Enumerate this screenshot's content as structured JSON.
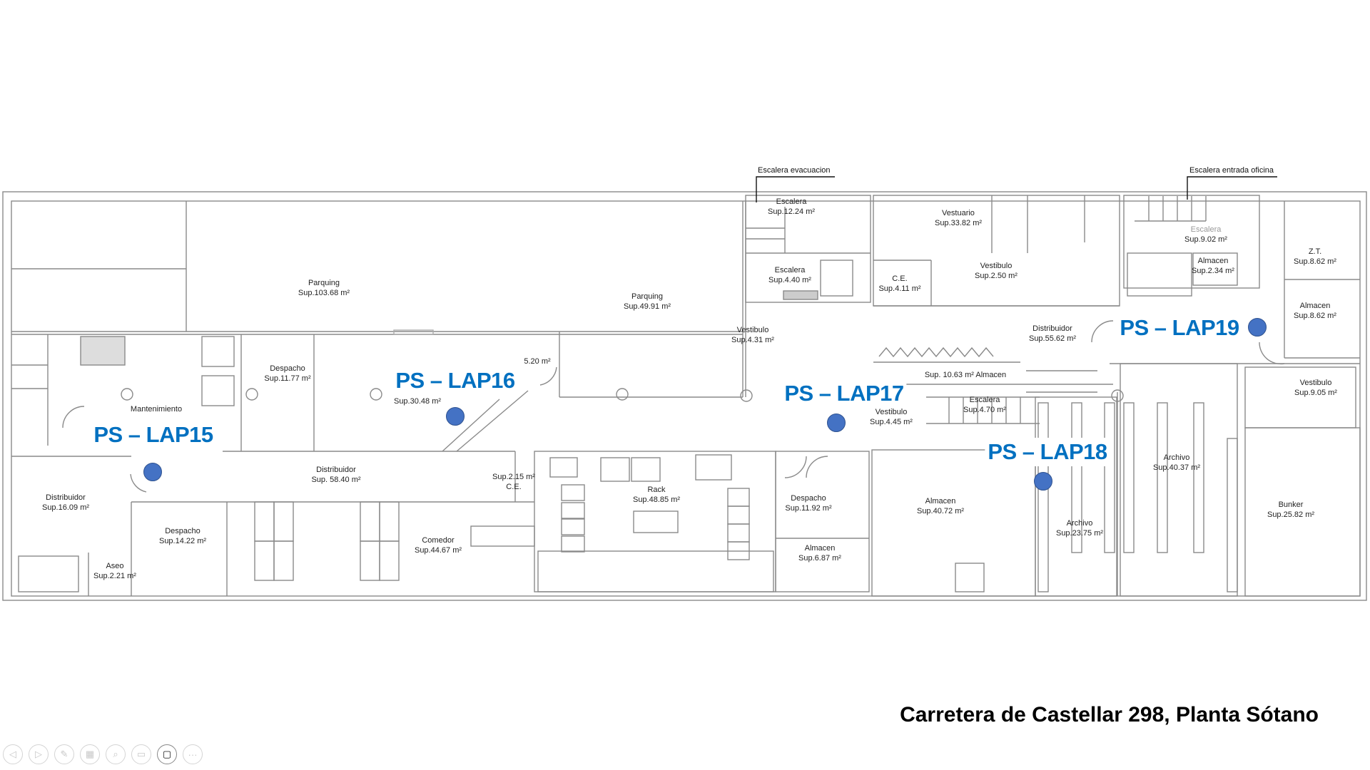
{
  "title": "Carretera de Castellar 298, Planta Sótano",
  "callouts": {
    "evac": "Escalera evacuacion",
    "office": "Escalera entrada oficina"
  },
  "rooms": [
    {
      "name": "Parquing",
      "area": "Sup.103.68 m²"
    },
    {
      "name": "Parquing",
      "area": "Sup.49.91 m²"
    },
    {
      "name": "Mantenimiento",
      "area": ""
    },
    {
      "name": "Despacho",
      "area": "Sup.11.77 m²"
    },
    {
      "name": "",
      "area": "Sup.30.48 m²"
    },
    {
      "name": "",
      "area": "5.20 m²"
    },
    {
      "name": "Distribuidor",
      "area": "Sup.16.09 m²"
    },
    {
      "name": "Distribuidor",
      "area": "Sup. 58.40 m²"
    },
    {
      "name": "Despacho",
      "area": "Sup.14.22 m²"
    },
    {
      "name": "Aseo",
      "area": "Sup.2.21 m²"
    },
    {
      "name": "Comedor",
      "area": "Sup.44.67 m²"
    },
    {
      "name": "Sup.2.15 m²",
      "area": "C.E."
    },
    {
      "name": "Rack",
      "area": "Sup.48.85 m²"
    },
    {
      "name": "Despacho",
      "area": "Sup.11.92 m²"
    },
    {
      "name": "Almacen",
      "area": "Sup.6.87 m²"
    },
    {
      "name": "Almacen",
      "area": "Sup.40.72 m²"
    },
    {
      "name": "Archivo",
      "area": "Sup.23.75 m²"
    },
    {
      "name": "Archivo",
      "area": "Sup.40.37 m²"
    },
    {
      "name": "Bunker",
      "area": "Sup.25.82 m²"
    },
    {
      "name": "Escalera",
      "area": "Sup.12.24 m²"
    },
    {
      "name": "Escalera",
      "area": "Sup.4.40 m²"
    },
    {
      "name": "Vestibulo",
      "area": "Sup.4.31 m²"
    },
    {
      "name": "Vestuario",
      "area": "Sup.33.82 m²"
    },
    {
      "name": "C.E.",
      "area": "Sup.4.11 m²"
    },
    {
      "name": "Vestibulo",
      "area": "Sup.2.50 m²"
    },
    {
      "name": "Distribuidor",
      "area": "Sup.55.62 m²"
    },
    {
      "name": "Sup.  10.63 m²  Almacen",
      "area": ""
    },
    {
      "name": "Escalera",
      "area": "Sup.4.70 m²"
    },
    {
      "name": "Vestibulo",
      "area": "Sup.4.45 m²"
    },
    {
      "name": "Escalera",
      "area": "Sup.9.02 m²"
    },
    {
      "name": "Almacen",
      "area": "Sup.2.34 m²"
    },
    {
      "name": "Z.T.",
      "area": "Sup.8.62 m²"
    },
    {
      "name": "Almacen",
      "area": "Sup.8.62 m²"
    },
    {
      "name": "Vestibulo",
      "area": "Sup.9.05 m²"
    }
  ],
  "access_points": [
    {
      "label": "PS – LAP15"
    },
    {
      "label": "PS – LAP16"
    },
    {
      "label": "PS – LAP17"
    },
    {
      "label": "PS – LAP18"
    },
    {
      "label": "PS – LAP19"
    }
  ],
  "colors": {
    "ap_label": "#0070C0",
    "ap_dot": "#4472C4",
    "wall": "#8a8a8a"
  },
  "toolbar": [
    {
      "icon": "previous-icon",
      "glyph": "◁"
    },
    {
      "icon": "next-icon",
      "glyph": "▷"
    },
    {
      "icon": "pen-icon",
      "glyph": "✎"
    },
    {
      "icon": "slides-icon",
      "glyph": "▦"
    },
    {
      "icon": "zoom-icon",
      "glyph": "⌕"
    },
    {
      "icon": "subtitles-icon",
      "glyph": "▭"
    },
    {
      "icon": "camera-icon",
      "glyph": "▢"
    },
    {
      "icon": "more-icon",
      "glyph": "···"
    }
  ]
}
